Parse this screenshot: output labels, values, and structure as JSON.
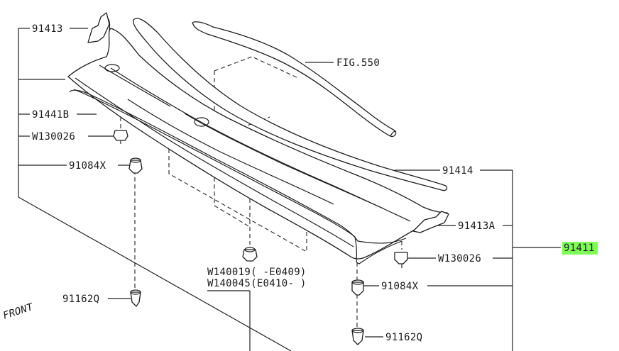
{
  "labels": {
    "p91413": "91413",
    "p91441b": "91441B",
    "w130026_left": "W130026",
    "p91084x_left": "91084X",
    "p91162q_left": "91162Q",
    "fig550": "FIG.550",
    "p91414": "91414",
    "p91413a": "91413A",
    "w130026_right": "W130026",
    "p91411": "91411",
    "p91084x_right": "91084X",
    "p91162q_right": "91162Q",
    "w140019": "W140019(  -E0409)",
    "w140045": "W140045(E0410-  )",
    "front": "FRONT"
  },
  "colors": {
    "highlight": "#7dff57",
    "ink": "#1e1e1e"
  }
}
